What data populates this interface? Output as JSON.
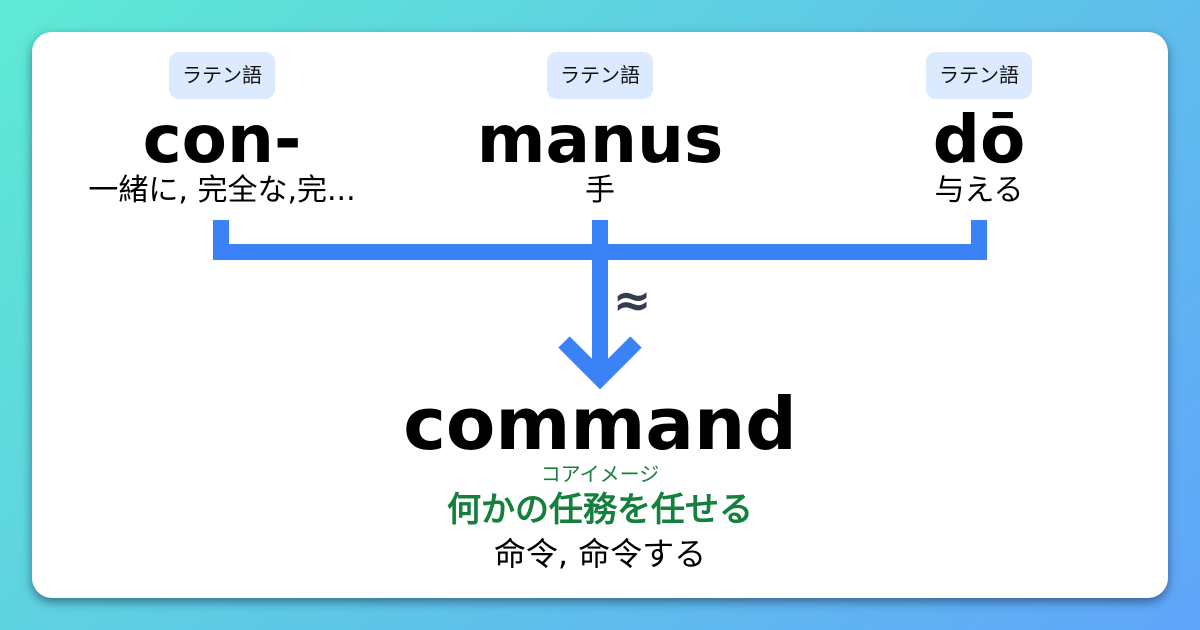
{
  "parts": [
    {
      "language": "ラテン語",
      "word": "con-",
      "meaning": "一緒に, 完全な,完..."
    },
    {
      "language": "ラテン語",
      "word": "manus",
      "meaning": "手"
    },
    {
      "language": "ラテン語",
      "word": "dō",
      "meaning": "与える"
    }
  ],
  "connector": {
    "symbol": "≈",
    "color": "#3b82f6"
  },
  "result": {
    "word": "command",
    "core_image_label": "コアイメージ",
    "core_image": "何かの任務を任せる",
    "meaning": "命令, 命令する"
  },
  "colors": {
    "badge_bg": "#dbeafe",
    "core_green": "#15803d",
    "background_start": "#5eead4",
    "background_end": "#60a5fa"
  }
}
